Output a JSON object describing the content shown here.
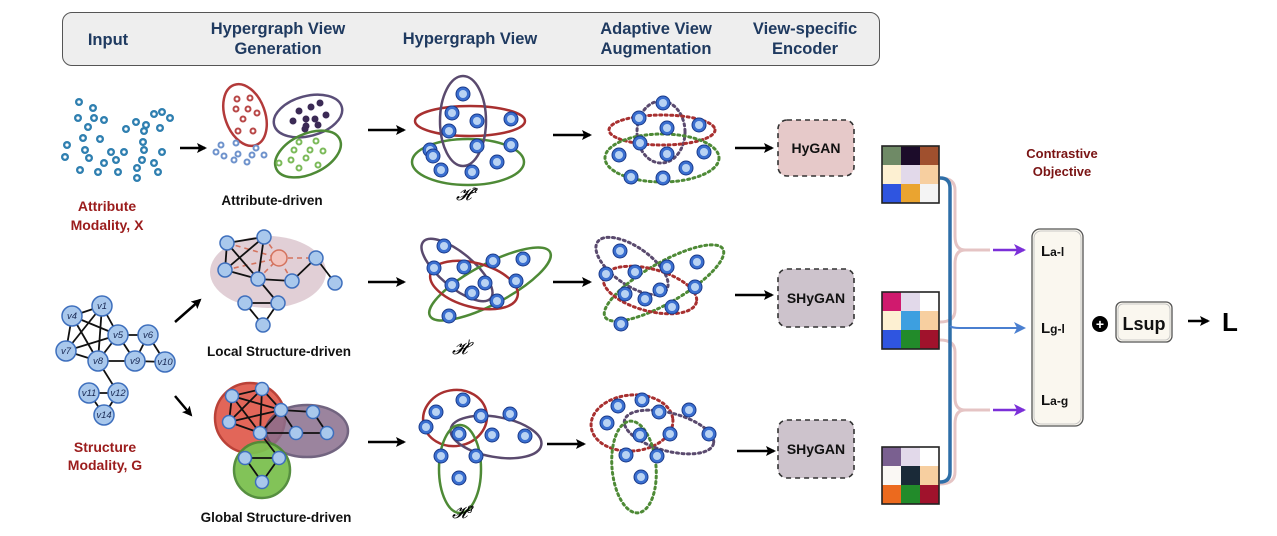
{
  "header": {
    "columns": [
      {
        "label": "Input"
      },
      {
        "label": "Hypergraph View\nGeneration"
      },
      {
        "label": "Hypergraph View"
      },
      {
        "label": "Adaptive View\nAugmentation"
      },
      {
        "label": "View-specific\nEncoder"
      }
    ]
  },
  "input": {
    "attribute_label_line1": "Attribute",
    "attribute_label_line2": "Modality, X",
    "structure_label_line1": "Structure",
    "structure_label_line2": "Modality, G",
    "graph_nodes": [
      "v1",
      "v4",
      "v5",
      "v6",
      "v7",
      "v8",
      "v9",
      "v10",
      "v11",
      "v12",
      "v14"
    ]
  },
  "generation": {
    "attribute_driven": "Attribute-driven",
    "local_structure_driven": "Local Structure-driven",
    "global_structure_driven": "Global Structure-driven"
  },
  "views": {
    "attribute_symbol": "𝓗",
    "attribute_sup": "a",
    "local_symbol": "𝓗",
    "local_sup": "l",
    "global_symbol": "𝓗",
    "global_sup": "g"
  },
  "encoders": {
    "attribute": {
      "label": "HyGAN",
      "color": "#e6c9c9"
    },
    "local": {
      "label": "SHyGAN",
      "color": "#cdc3cc"
    },
    "global": {
      "label": "SHyGAN",
      "color": "#cdc3cc"
    }
  },
  "embeddings": {
    "attribute": [
      "#6f8a66",
      "#1c0c2a",
      "#a0502e",
      "#fdf0d2",
      "#e2d9ea",
      "#f7cfa0",
      "#2f55e0",
      "#eaa430",
      "#f4f4f4"
    ],
    "local": [
      "#d01a6e",
      "#e2d9ea",
      "#ffffff",
      "#fdf0d2",
      "#3d9fe0",
      "#f7cfa0",
      "#2f55e0",
      "#228b2a",
      "#a0122c"
    ],
    "global": [
      "#7a6090",
      "#e2d9ea",
      "#ffffff",
      "#faf8f4",
      "#1a2a38",
      "#f7cfa0",
      "#ec6a1e",
      "#228b2a",
      "#a0122c"
    ]
  },
  "objective": {
    "title_line1": "Contrastive",
    "title_line2": "Objective",
    "losses": [
      {
        "main": "L",
        "sub": "a-l"
      },
      {
        "main": "L",
        "sub": "g-l"
      },
      {
        "main": "L",
        "sub": "a-g"
      }
    ],
    "plus": "+",
    "sup_label": "Lsup",
    "final_label": "L",
    "colors": {
      "blue": "#2f6fa8",
      "pink": "#e5c4c4",
      "purple": "#7b2fd8"
    }
  }
}
